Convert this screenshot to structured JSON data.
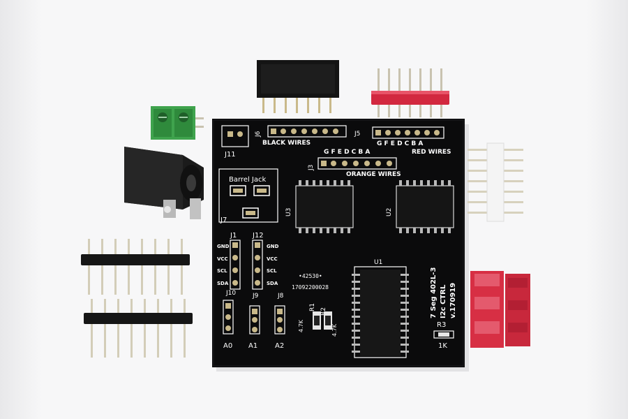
{
  "pcb": {
    "labels": {
      "j11": "J11",
      "j6": "J6",
      "black_wires": "BLACK WIRES",
      "j5": "J5",
      "j5_letters": "G F E D C B A",
      "red_wires": "RED WIRES",
      "j3": "J3",
      "j3_letters": "G F E D C B A",
      "orange_wires": "ORANGE WIRES",
      "barrel_jack": "Barrel Jack",
      "j7": "J7",
      "u3": "U3",
      "u2": "U2",
      "u1": "U1",
      "j1": "J1",
      "j12": "J12",
      "gnd_l": "GND",
      "vcc_l": "VCC",
      "scl_l": "SCL",
      "sda_l": "SDA",
      "gnd_r": "GND",
      "vcc_r": "VCC",
      "scl_r": "SCL",
      "sda_r": "SDA",
      "j10": "J10",
      "j9": "J9",
      "j8": "J8",
      "a0": "A0",
      "a1": "A1",
      "a2": "A2",
      "code1": "•42530•",
      "code2": "17092200028",
      "r1": "R1",
      "r2": "R2",
      "r1_val": "4.7K",
      "r2_val": "4.7K",
      "r3": "R3",
      "r3_val": "1K",
      "title1": "7 Seg 402L-3",
      "title2": "I2c CTRL",
      "title3": "v.170919"
    },
    "colors": {
      "board": "#0b0b0c",
      "silkscreen": "#ffffff",
      "header_red": "#d2283f",
      "header_white": "#f4f4f4",
      "terminal_green": "#3fa34d",
      "pin_gold": "#c9b98a"
    }
  }
}
